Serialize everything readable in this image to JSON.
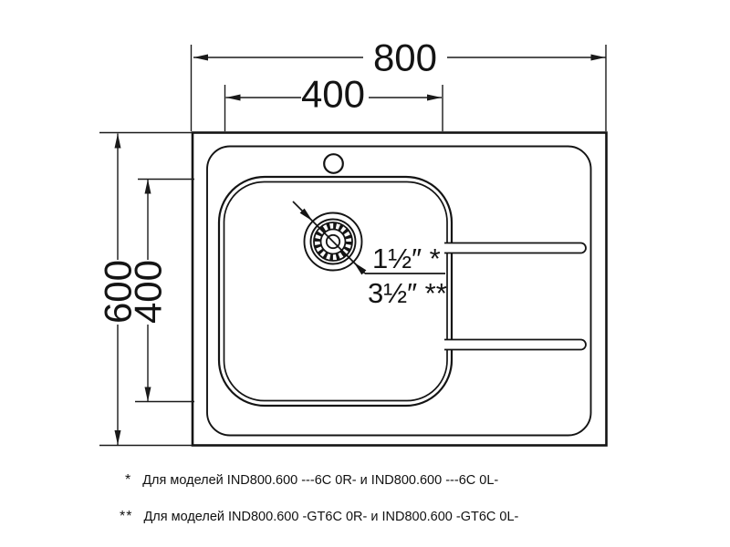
{
  "drawing": {
    "dims": {
      "overall_width": "800",
      "bowl_width": "400",
      "overall_depth": "600",
      "bowl_depth": "400"
    },
    "drain": {
      "size_note_1": "1½″ *",
      "size_note_2": "3½″ **"
    }
  },
  "footnotes": [
    {
      "marker": "*",
      "text": "Для моделей IND800.600 ---6C 0R- и IND800.600 ---6C 0L-"
    },
    {
      "marker": "**",
      "text": "Для моделей IND800.600 -GT6C 0R- и IND800.600 -GT6C 0L-"
    }
  ],
  "colors": {
    "line": "#141414",
    "background": "#ffffff"
  }
}
